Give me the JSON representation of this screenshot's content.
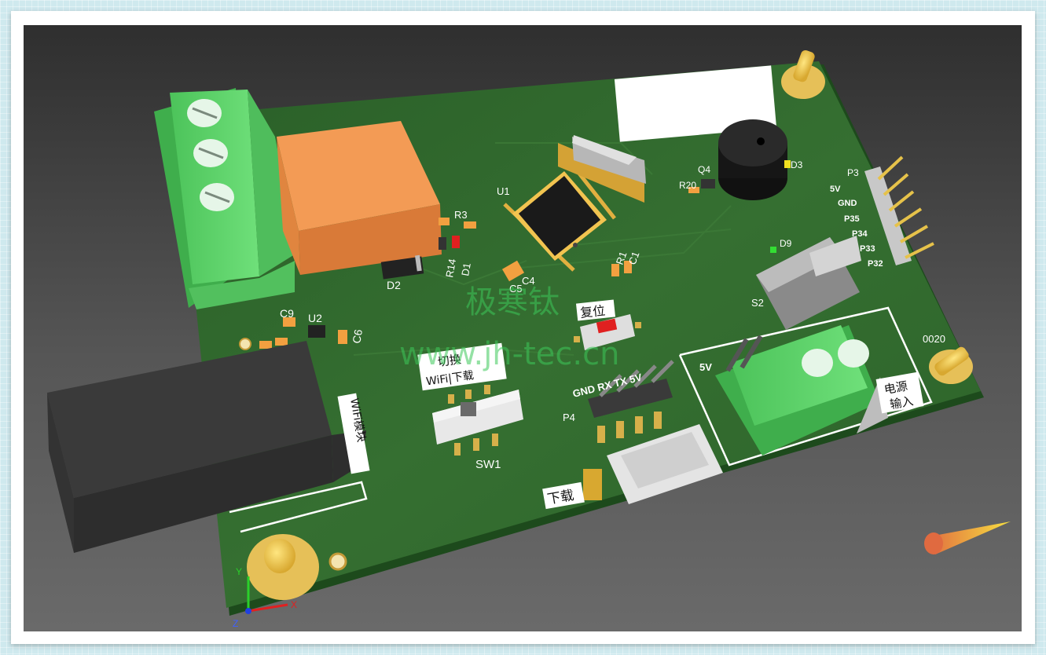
{
  "silkscreen": {
    "u1": "U1",
    "c4": "C4",
    "c5": "C5",
    "r1": "R1",
    "c1": "C1",
    "r3": "R3",
    "r14": "R14",
    "d1": "D1",
    "d2": "D2",
    "c9": "C9",
    "u2": "U2",
    "c6": "C6",
    "r20": "R20",
    "q4": "Q4",
    "d3": "D3",
    "d9": "D9",
    "p3": "P3",
    "pin_5v": "5V",
    "pin_gnd": "GND",
    "pin_p35": "P35",
    "pin_p34": "P34",
    "pin_p33": "P33",
    "pin_p32": "P32",
    "s2": "S2",
    "sw1": "SW1",
    "p4": "P4",
    "p4_pins": "GND RX TX 5V",
    "power_5v": "5V",
    "code": "0020",
    "reset": "复位",
    "switch_line1": "切换",
    "switch_line2": "WiFi|下载",
    "download": "下载",
    "power_in_1": "电源",
    "power_in_2": "输入",
    "wifi_module": "WiFi模块"
  },
  "watermark": {
    "line1": "极寒钛",
    "line2": "www.jh-tec.cn"
  },
  "axes": {
    "x": "X",
    "y": "Y",
    "z": "Z"
  },
  "colors": {
    "board": "#2f6a2c",
    "terminal": "#5fd36a",
    "relay": "#f0954a",
    "background_top": "#2f2f2f",
    "background_bottom": "#6a6a6a"
  }
}
